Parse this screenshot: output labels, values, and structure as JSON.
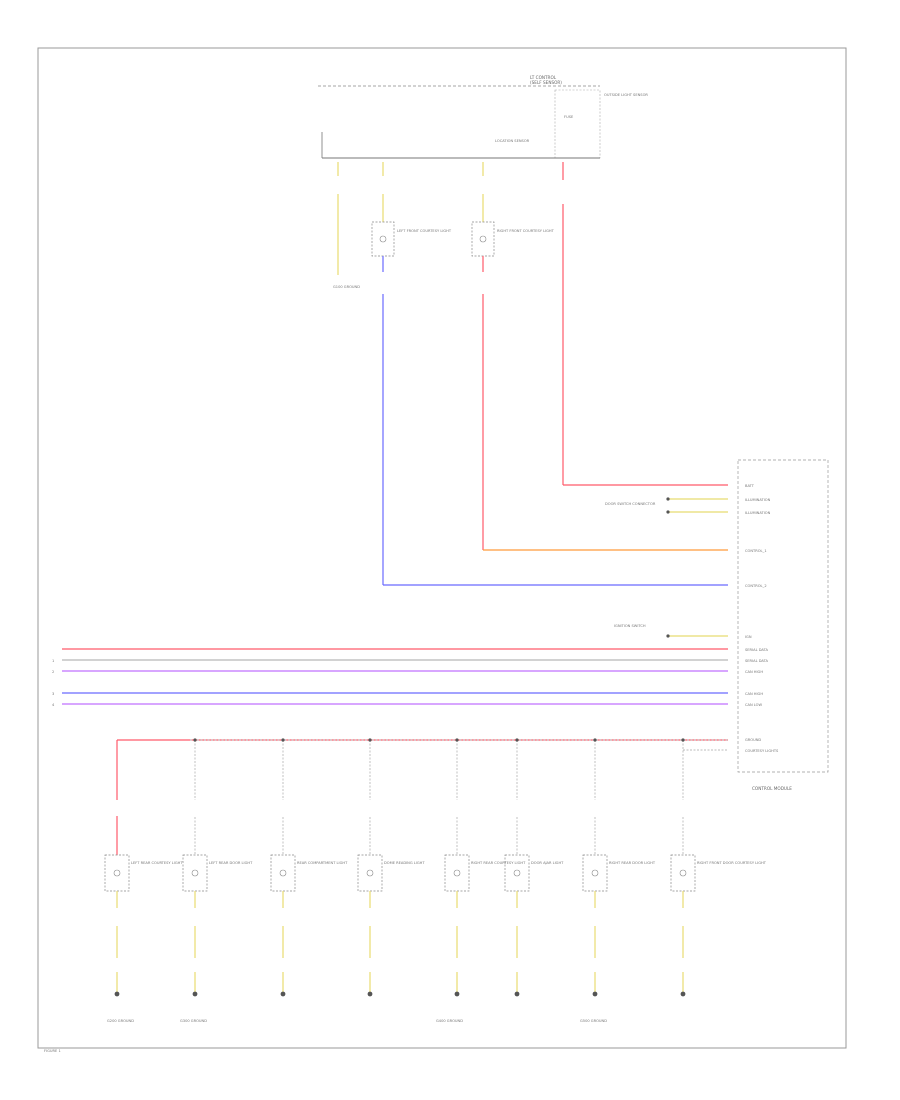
{
  "top_module": {
    "title": "LT CONTROL",
    "subtitle": "(SELF SENSOR)",
    "inner_label": "LOCATION SENSOR",
    "side_label": "OUTSIDE LIGHT SENSOR",
    "fuse_label": "FUSE"
  },
  "main_module": {
    "caption": "CONTROL MODULE",
    "pins_a": [
      "BATT",
      "ILLUMINATION",
      "ILLUMINATION"
    ],
    "pin_control_1": "CONTROL_1",
    "pin_control_2": "CONTROL_2",
    "pins_b": [
      "IGN",
      "SERIAL DATA",
      "SERIAL DATA",
      "CAN HIGH"
    ],
    "pins_c": [
      "CAN HIGH",
      "CAN LOW"
    ],
    "pins_d": [
      "GROUND",
      "COURTESY LIGHTS"
    ],
    "ext_label": "DOOR SWITCH CONNECTOR",
    "ext_label_2": "IGNITION SWITCH"
  },
  "upper_lamps": [
    {
      "label": "LEFT FRONT COURTESY LIGHT"
    },
    {
      "label": "RIGHT FRONT COURTESY LIGHT"
    }
  ],
  "ground_labels": {
    "g1": "G100 GROUND",
    "g2": "G200 GROUND",
    "g3": "G300 GROUND",
    "g4": "G400 GROUND",
    "g5": "G500 GROUND"
  },
  "lower_lamps": [
    {
      "label": "LEFT REAR COURTESY LIGHT"
    },
    {
      "label": "LEFT REAR DOOR LIGHT"
    },
    {
      "label": "REAR COMPARTMENT LIGHT"
    },
    {
      "label": "DOME READING LIGHT"
    },
    {
      "label": "RIGHT REAR COURTESY LIGHT"
    },
    {
      "label": "DOOR AJAR LIGHT"
    },
    {
      "label": "RIGHT REAR DOOR LIGHT"
    },
    {
      "label": "RIGHT FRONT DOOR COURTESY LIGHT"
    }
  ],
  "bus_left_labels": [
    "1",
    "2",
    "3",
    "4"
  ],
  "page_tag": "FIGURE 1",
  "colors": {
    "red": "#ff5a6a",
    "blue": "#6a6aff",
    "orange": "#ff9a3a",
    "yellow": "#e8dc70",
    "purple": "#c070ff",
    "grey": "#b8b8b8",
    "frame": "#9a9a9a"
  }
}
